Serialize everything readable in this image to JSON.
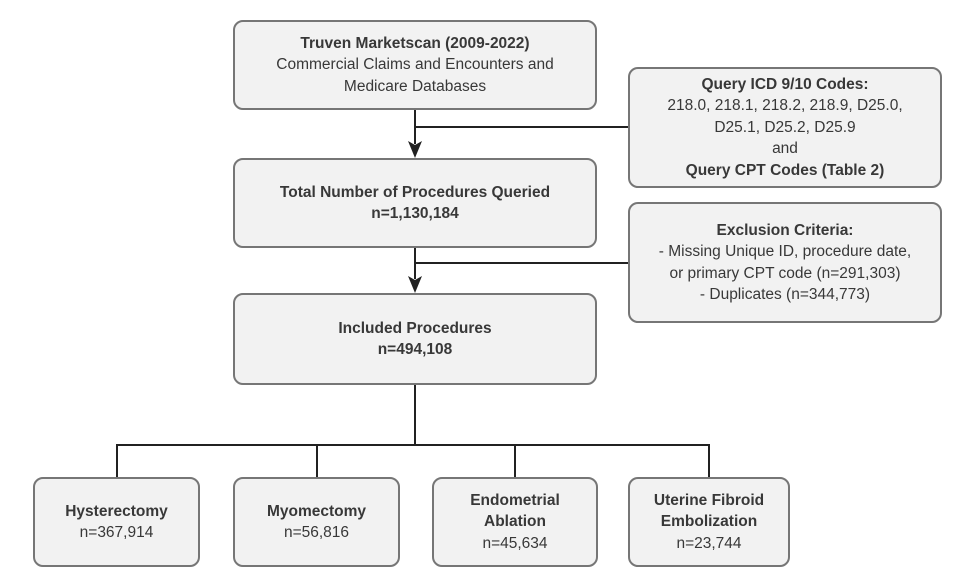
{
  "colors": {
    "box_fill": "#f2f2f2",
    "box_border": "#767676",
    "line": "#212121",
    "text": "#383838",
    "background": "#ffffff"
  },
  "flowchart": {
    "source": {
      "title": "Truven Marketscan (2009-2022)",
      "line2": "Commercial Claims and Encounters and",
      "line3": "Medicare Databases"
    },
    "query_codes": {
      "title": "Query ICD 9/10 Codes:",
      "line2": "218.0, 218.1, 218.2, 218.9, D25.0,",
      "line3": "D25.1, D25.2, D25.9",
      "line4": "and",
      "line5": "Query CPT Codes (Table 2)"
    },
    "total": {
      "title": "Total Number of Procedures Queried",
      "count": "n=1,130,184"
    },
    "exclusion": {
      "title": "Exclusion Criteria:",
      "line2": "- Missing Unique ID, procedure date,",
      "line3": "or primary CPT code (n=291,303)",
      "line4": "- Duplicates (n=344,773)"
    },
    "included": {
      "title": "Included Procedures",
      "count": "n=494,108"
    },
    "outcomes": [
      {
        "title": "Hysterectomy",
        "count": "n=367,914"
      },
      {
        "title": "Myomectomy",
        "count": "n=56,816"
      },
      {
        "title": "Endometrial Ablation",
        "count": "n=45,634"
      },
      {
        "title": "Uterine Fibroid Embolization",
        "count": "n=23,744"
      }
    ]
  }
}
